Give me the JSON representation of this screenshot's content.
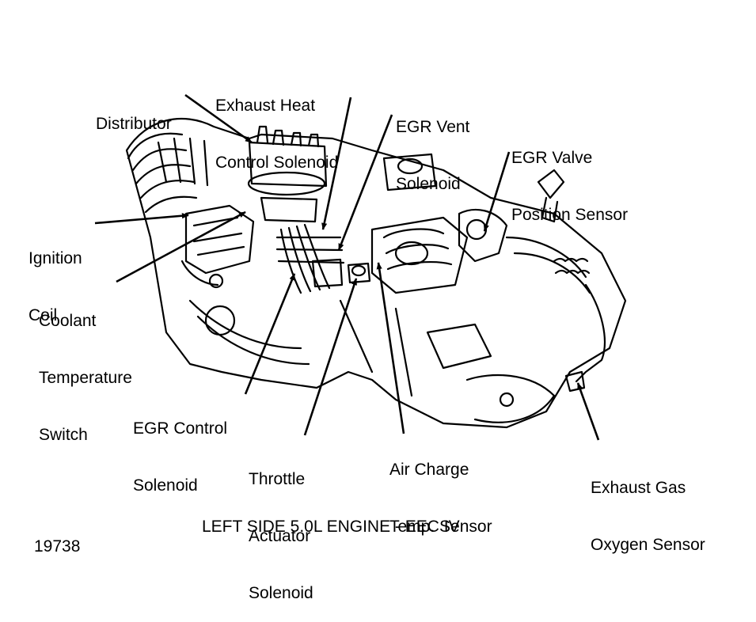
{
  "labels": {
    "distributor": [
      "Distributor"
    ],
    "exhaust_heat_control": [
      "Exhaust Heat",
      "Control Solenoid"
    ],
    "egr_vent": [
      "EGR Vent",
      "Solenoid"
    ],
    "egr_valve_position": [
      "EGR Valve",
      "Position Sensor"
    ],
    "ignition_coil": [
      "Ignition",
      "Coil"
    ],
    "coolant_temp_switch": [
      "Coolant",
      "Temperature",
      "Switch"
    ],
    "egr_control": [
      "EGR Control",
      "Solenoid"
    ],
    "throttle_actuator": [
      "Throttle",
      "Actuator",
      "Solenoid"
    ],
    "air_charge_temp": [
      "Air Charge",
      "Temp. Sensor"
    ],
    "exhaust_gas_oxygen": [
      "Exhaust Gas",
      "Oxygen Sensor"
    ]
  },
  "caption": "LEFT SIDE 5.0L ENGINE - EEC IV",
  "figure_number": "19738",
  "colors": {
    "ink": "#000000",
    "paper": "#ffffff"
  }
}
